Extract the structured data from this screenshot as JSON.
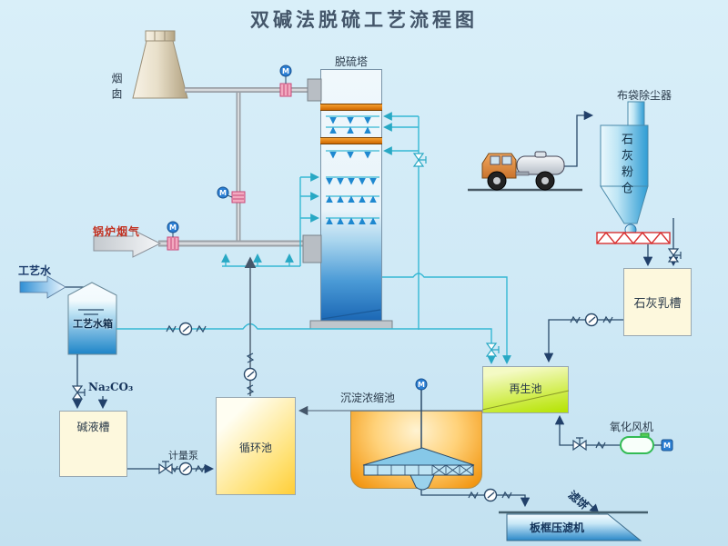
{
  "title": "双碱法脱硫工艺流程图",
  "labels": {
    "chimney": "烟囱",
    "tower": "脱硫塔",
    "bag_filter": "布袋除尘器",
    "lime_silo": "石灰粉仓",
    "lime_slurry_tank": "石灰乳槽",
    "boiler_flue_gas": "锅炉烟气",
    "process_water": "工艺水",
    "process_water_tank": "工艺水箱",
    "soda_ash": "Na₂CO₃",
    "alkali_tank": "碱液槽",
    "metering_pump": "计量泵",
    "circulation_pool": "循环池",
    "thickener": "沉淀浓缩池",
    "regeneration_pool": "再生池",
    "oxidation_fan": "氧化风机",
    "filter_press": "板框压滤机",
    "filter_cake": "滤饼",
    "motor": "M"
  },
  "colors": {
    "background": "#cfe9f6",
    "pipe_gray": "#9aa0a6",
    "line_cyan": "#35b8d4",
    "line_navy": "#2a4a6a",
    "valve_pink": "#f2aac0",
    "tank_cream": "#fdf8dd",
    "pool_yellow": "#ffd84d",
    "pool_green": "#b8e400",
    "thickener_orange": "#f08c00",
    "tower_liquid": "#1d6fc0",
    "conveyor_red": "#d83030",
    "flue_gas_label_red": "#c23222",
    "motor_blue": "#2b7fd4"
  }
}
